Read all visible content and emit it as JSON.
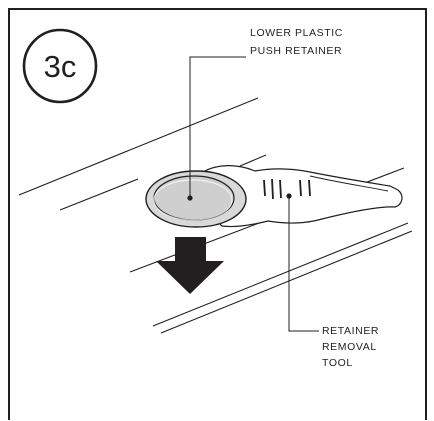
{
  "step": {
    "label": "3c"
  },
  "callouts": {
    "retainer": {
      "line1": "LOWER PLASTIC",
      "line2": "PUSH RETAINER"
    },
    "tool": {
      "line1": "RETAINER",
      "line2": "REMOVAL",
      "line3": "TOOL"
    }
  },
  "colors": {
    "ink": "#231f20",
    "retainer_fill": "#d9d9d9",
    "retainer_head": "#cfcfcf",
    "arrow": "#231f20",
    "background": "#ffffff"
  },
  "icons": {
    "direction": "down-arrow-icon"
  }
}
